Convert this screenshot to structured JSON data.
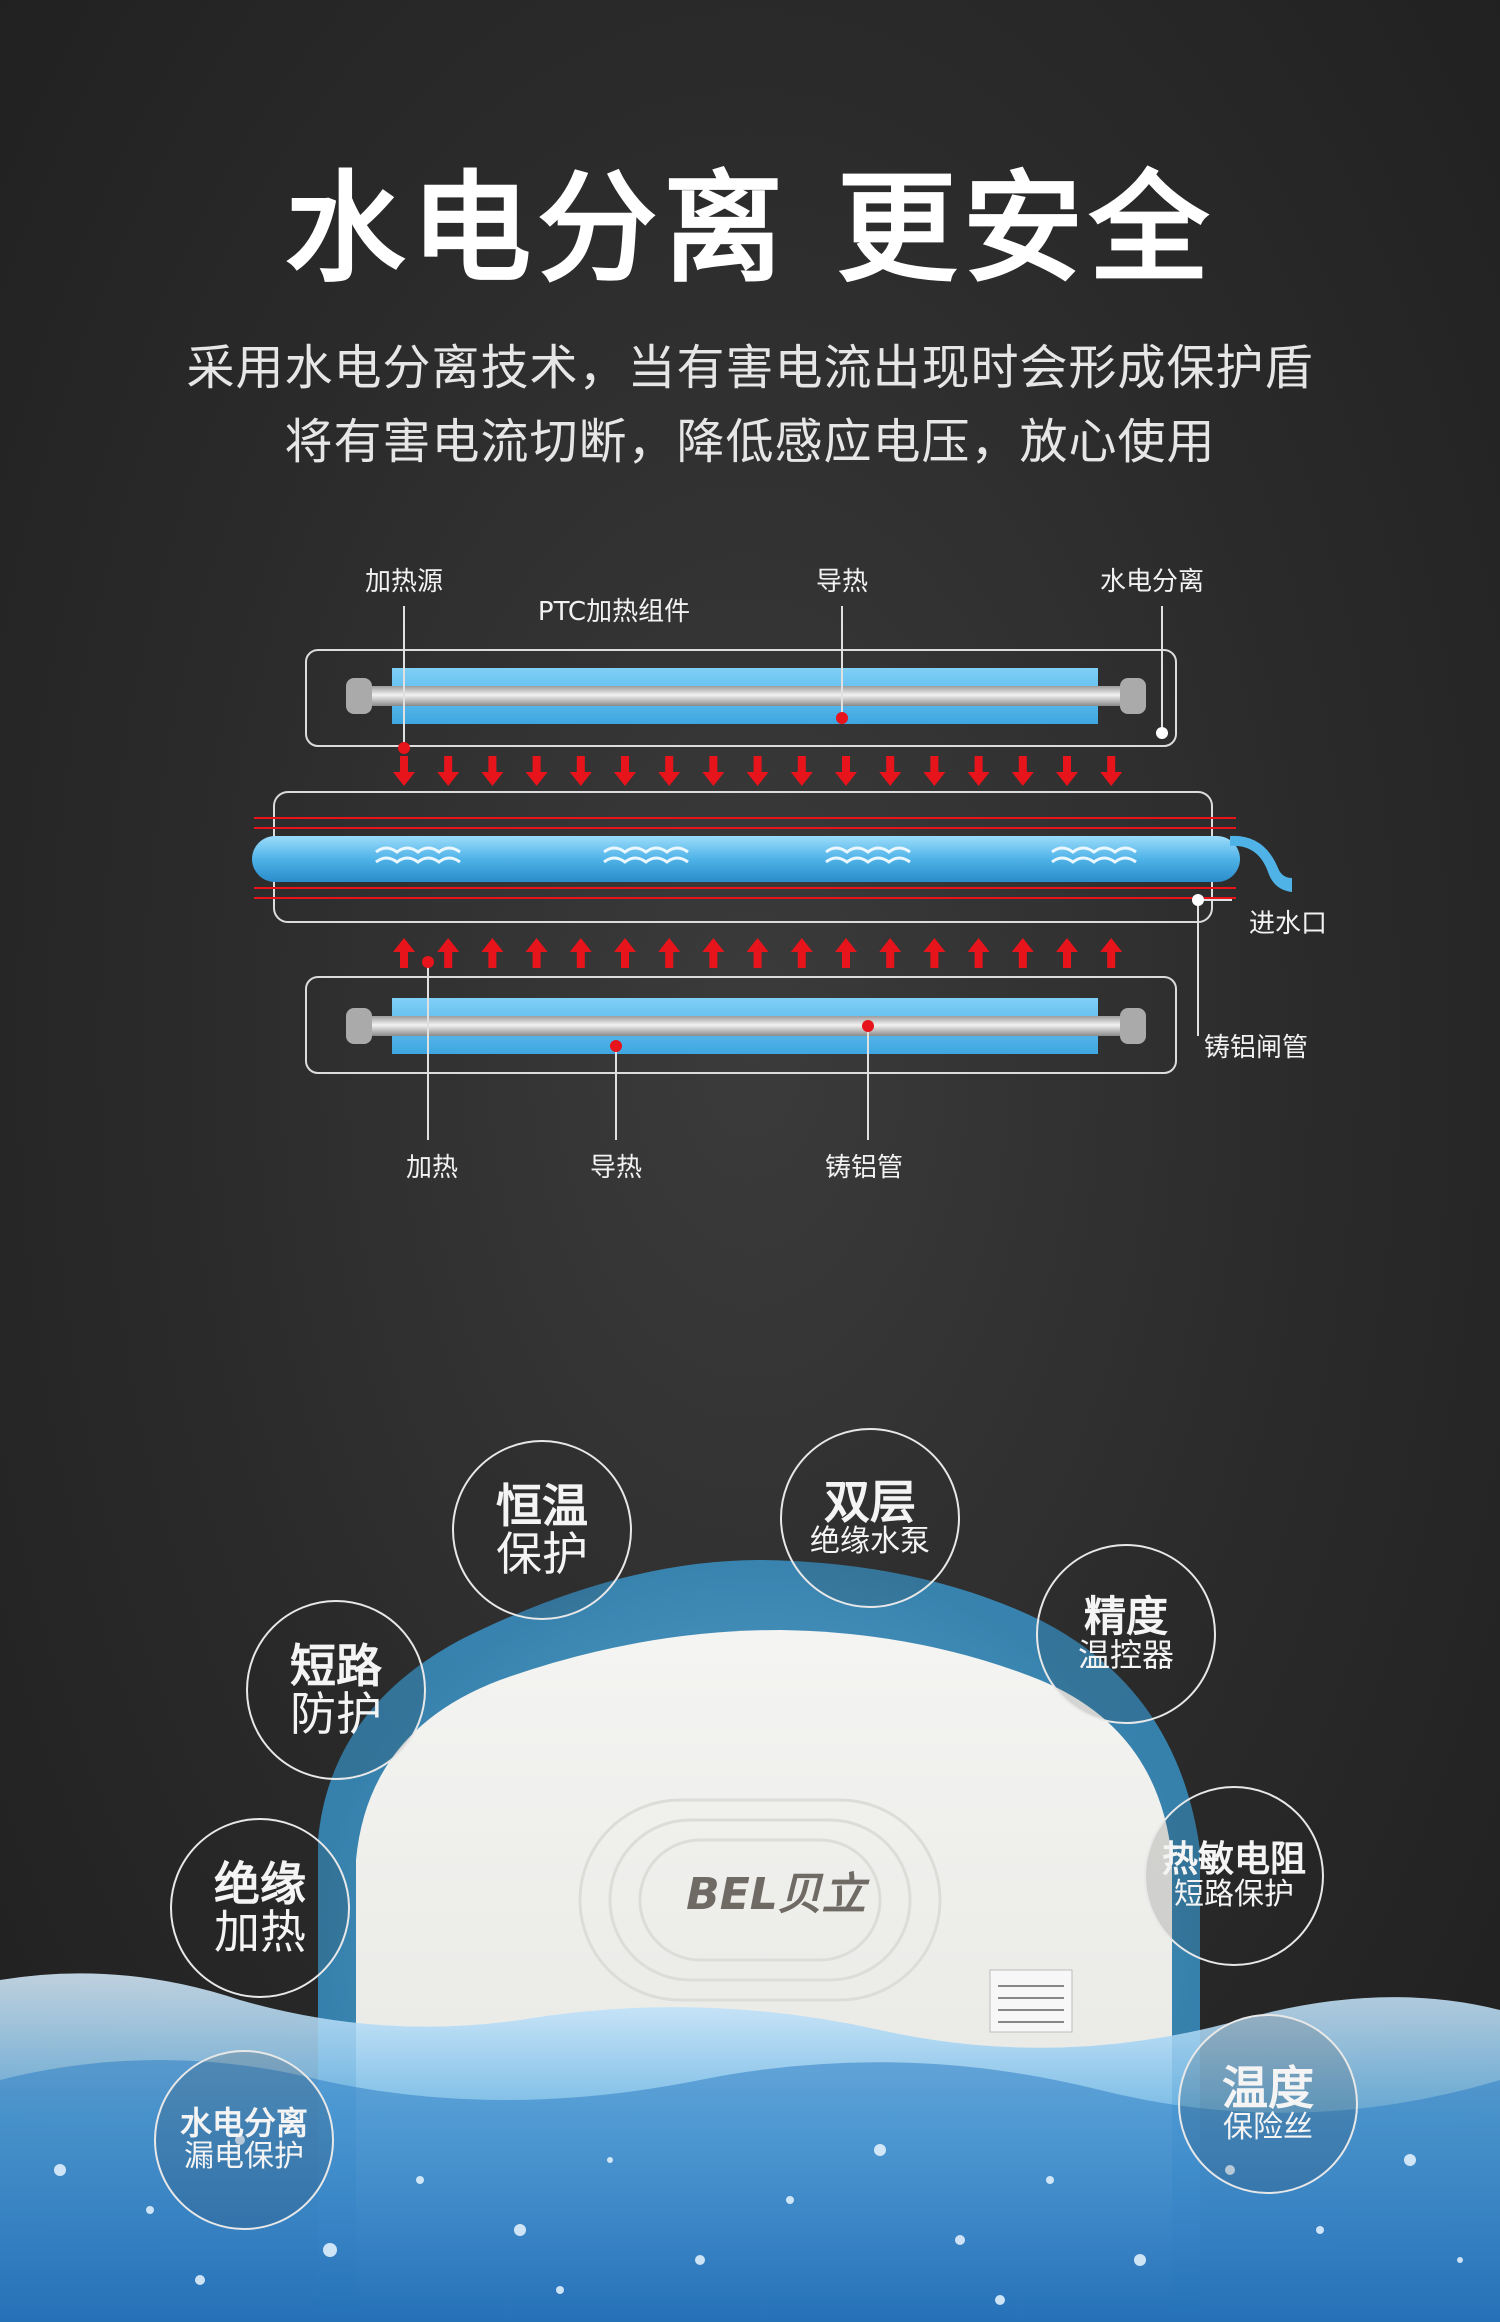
{
  "headline": "水电分离 更安全",
  "subtitle_line1": "采用水电分离技术，当有害电流出现时会形成保护盾",
  "subtitle_line2": "将有害电流切断，降低感应电压，放心使用",
  "diagram": {
    "labels": {
      "heat_source": "加热源",
      "ptc_assembly": "PTC加热组件",
      "heat_conduction_top": "导热",
      "water_electric_separation": "水电分离",
      "water_inlet": "进水口",
      "cast_aluminum_gate_tube": "铸铝闸管",
      "heating": "加热",
      "heat_conduction_bottom": "导热",
      "cast_aluminum_tube": "铸铝管"
    },
    "colors": {
      "arrow": "#e8141b",
      "water": "#4fb3e8",
      "rod": "#c8c8c8",
      "line": "#e0e0e0"
    }
  },
  "brand": {
    "logo_text": "BEL贝立"
  },
  "badges": [
    {
      "id": "constant-temp",
      "line1": "恒温",
      "line2": "保护"
    },
    {
      "id": "double-layer",
      "line1": "双层",
      "line2": "绝缘水泵"
    },
    {
      "id": "precision",
      "line1": "精度",
      "line2": "温控器"
    },
    {
      "id": "short-circuit",
      "line1": "短路",
      "line2": "防护"
    },
    {
      "id": "thermistor",
      "line1": "热敏电阻",
      "line2": "短路保护"
    },
    {
      "id": "insulated",
      "line1": "绝缘",
      "line2": "加热"
    },
    {
      "id": "temp-fuse",
      "line1": "温度",
      "line2": "保险丝"
    },
    {
      "id": "separation",
      "line1": "水电分离",
      "line2": "漏电保护"
    }
  ]
}
